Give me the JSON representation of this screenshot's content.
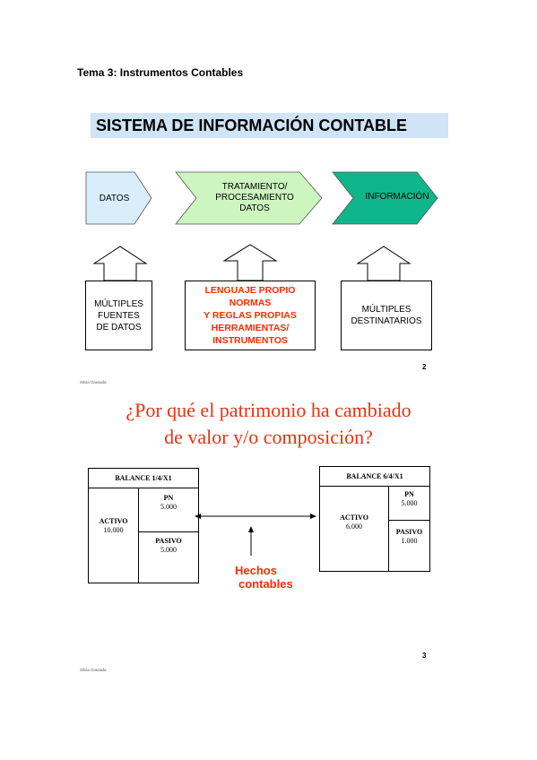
{
  "header": {
    "title": "Tema 3: Instrumentos Contables"
  },
  "slide1": {
    "banner": "SISTEMA DE INFORMACIÓN CONTABLE",
    "flow": [
      {
        "label": "DATOS",
        "color": "#d9eefa"
      },
      {
        "label_lines": [
          "TRATAMIENTO/",
          "PROCESAMIENTO",
          "DATOS"
        ],
        "color": "#ccf5bf"
      },
      {
        "label": "INFORMACIÓN",
        "color": "#0fb58b"
      }
    ],
    "sources": [
      "MÚLTIPLES",
      "FUENTES",
      "DE DATOS"
    ],
    "tools": [
      "LENGUAJE PROPIO",
      "NORMAS",
      "Y REGLAS PROPIAS",
      "HERRAMIENTAS/",
      "INSTRUMENTOS"
    ],
    "destinations": [
      "MÚLTIPLES",
      "DESTINATARIOS"
    ],
    "page_number": "2",
    "footer": "Silvia Granada"
  },
  "slide2": {
    "question": [
      "¿Por qué el patrimonio ha cambiado",
      "de valor y/o composición?"
    ],
    "balance1": {
      "title": "BALANCE 1/4/X1",
      "activo_label": "ACTIVO",
      "activo_value": "10.000",
      "pn_label": "PN",
      "pn_value": "5.000",
      "pasivo_label": "PASIVO",
      "pasivo_value": "5.000"
    },
    "balance2": {
      "title": "BALANCE 6/4/X1",
      "activo_label": "ACTIVO",
      "activo_value": "6.000",
      "pn_label": "PN",
      "pn_value": "5.000",
      "pasivo_label": "PASIVO",
      "pasivo_value": "1.000"
    },
    "hechos": [
      "Hechos",
      "contables"
    ],
    "page_number": "3",
    "footer": "Silvia Granada"
  },
  "colors": {
    "accent_red": "#ff2a00",
    "banner_blue": "#cfe4f7"
  }
}
